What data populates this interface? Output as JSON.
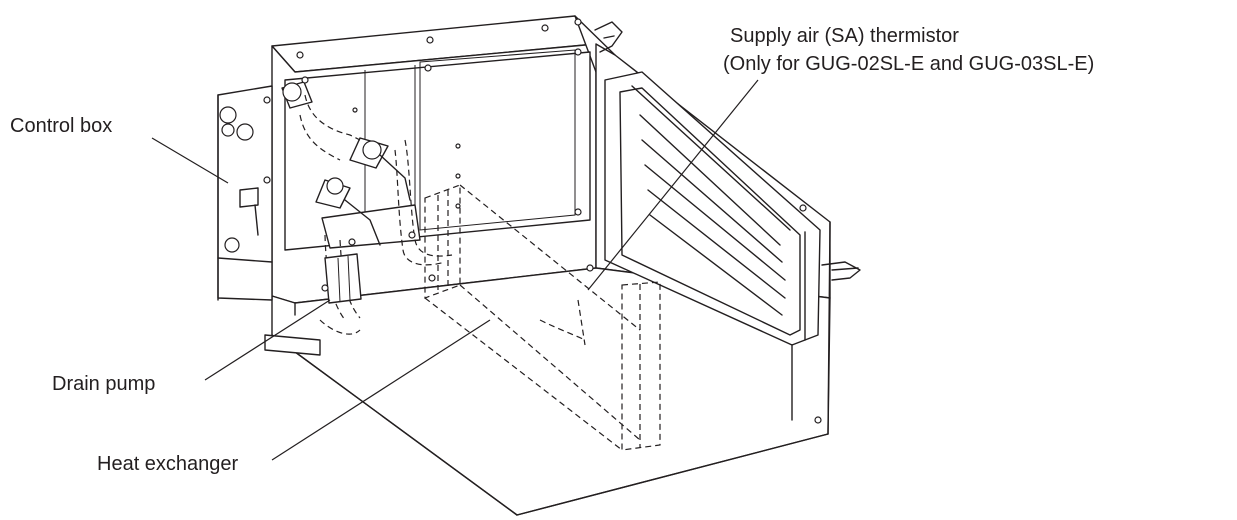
{
  "labels": {
    "control_box": "Control box",
    "sa_thermistor_line1": "Supply air (SA) thermistor",
    "sa_thermistor_line2": "(Only for GUG-02SL-E and GUG-03SL-E)",
    "drain_pump": "Drain pump",
    "heat_exchanger": "Heat exchanger"
  }
}
